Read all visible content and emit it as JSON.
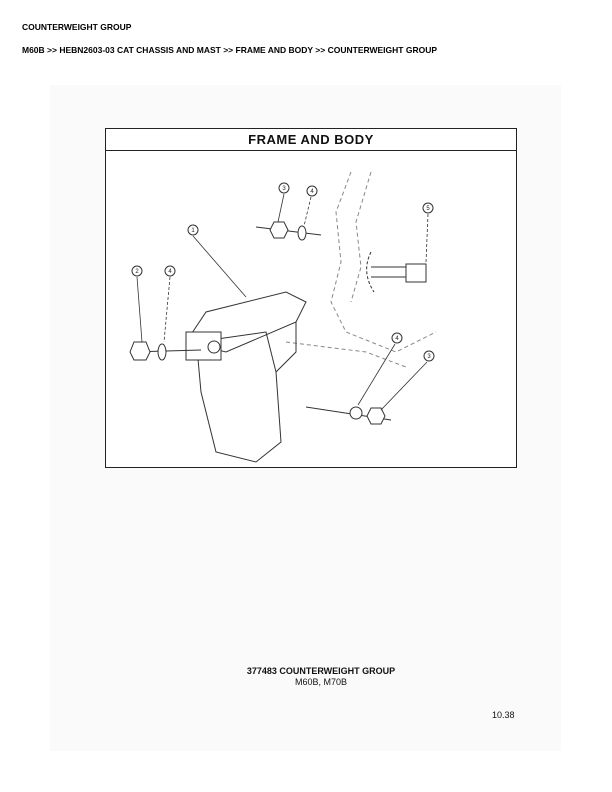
{
  "header": {
    "title": "COUNTERWEIGHT GROUP",
    "breadcrumb": "M60B >> HEBN2603-03 CAT CHASSIS AND MAST >> FRAME AND BODY >> COUNTERWEIGHT GROUP"
  },
  "figure": {
    "title": "FRAME AND BODY",
    "callouts": [
      "3",
      "4",
      "5",
      "1",
      "2",
      "4",
      "4",
      "3"
    ]
  },
  "caption": {
    "line1": "377483 COUNTERWEIGHT GROUP",
    "line2": "M60B, M70B"
  },
  "page_number": "10.38"
}
